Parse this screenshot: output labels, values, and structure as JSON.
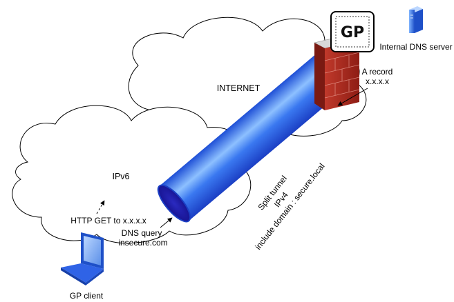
{
  "cloud_internet": {
    "label": "INTERNET"
  },
  "cloud_ipv6": {
    "label": "IPv6"
  },
  "firewall": {
    "logo_text": "GP"
  },
  "dns_server": {
    "label": "Internal DNS server"
  },
  "a_record": {
    "line1": "A record",
    "line2": "x.x.x.x"
  },
  "tunnel": {
    "line1": "Split tunnel",
    "line2": "IPv4",
    "line3": "include domain : secure.local",
    "colors": {
      "body": "#2f63e6",
      "highlight": "#7fb4ff",
      "end": "#2420a8"
    }
  },
  "http_get": {
    "label": "HTTP GET to x.x.x.x"
  },
  "dns_query": {
    "line1": "DNS query",
    "line2": "insecure.com"
  },
  "client": {
    "label": "GP client"
  }
}
